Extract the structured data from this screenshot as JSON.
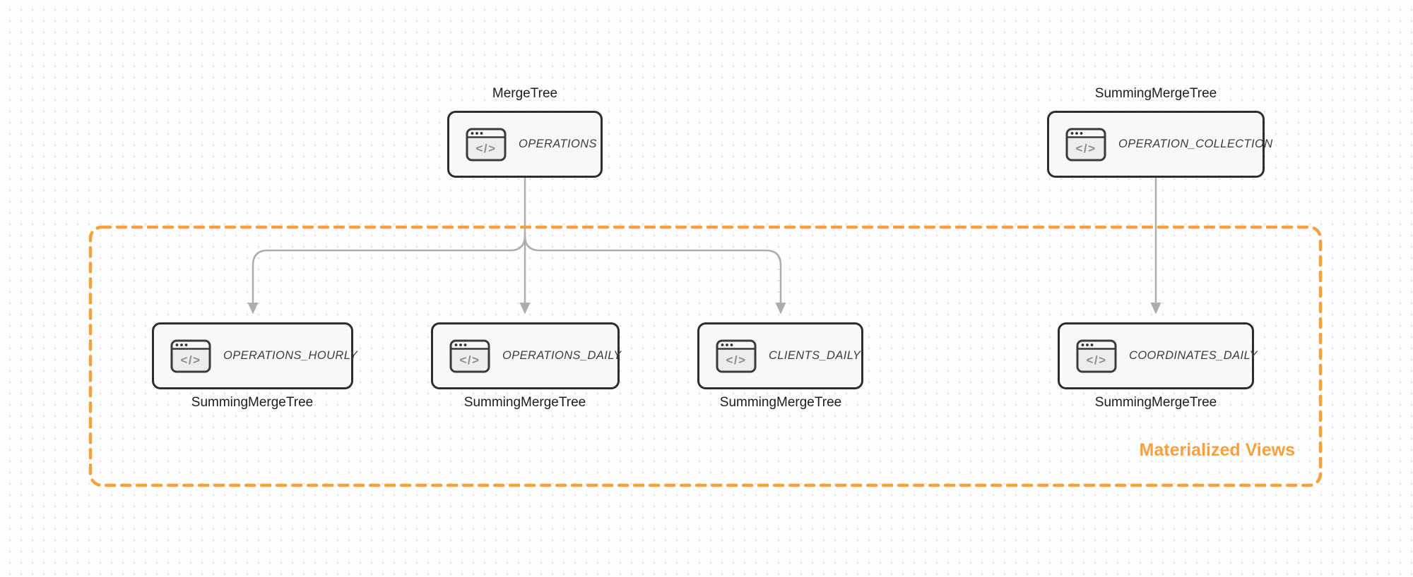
{
  "diagram": {
    "group_label": "Materialized Views",
    "icon": {
      "name": "code-window-icon",
      "glyph": "</>"
    },
    "nodes": [
      {
        "id": "operations",
        "title": "OPERATIONS",
        "engine": "MergeTree"
      },
      {
        "id": "operation-collection",
        "title": "OPERATION_COLLECTION",
        "engine": "SummingMergeTree"
      },
      {
        "id": "operations-hourly",
        "title": "OPERATIONS_HOURLY",
        "engine": "SummingMergeTree"
      },
      {
        "id": "operations-daily",
        "title": "OPERATIONS_DAILY",
        "engine": "SummingMergeTree"
      },
      {
        "id": "clients-daily",
        "title": "CLIENTS_DAILY",
        "engine": "SummingMergeTree"
      },
      {
        "id": "coordinates-daily",
        "title": "COORDINATES_DAILY",
        "engine": "SummingMergeTree"
      }
    ],
    "edges": [
      {
        "from": "OPERATIONS",
        "to": "OPERATIONS_HOURLY"
      },
      {
        "from": "OPERATIONS",
        "to": "OPERATIONS_DAILY"
      },
      {
        "from": "OPERATIONS",
        "to": "CLIENTS_DAILY"
      },
      {
        "from": "OPERATION_COLLECTION",
        "to": "COORDINATES_DAILY"
      }
    ],
    "colors": {
      "accent_orange": "#F8A13C",
      "connector_gray": "#ADADAD",
      "node_border": "#2D2D2D",
      "node_fill": "#F8F8F8",
      "text_dark": "#1C1C1C",
      "icon_glyph_gray": "#8C8C8C",
      "grid_dot": "#E4E4E4"
    }
  }
}
